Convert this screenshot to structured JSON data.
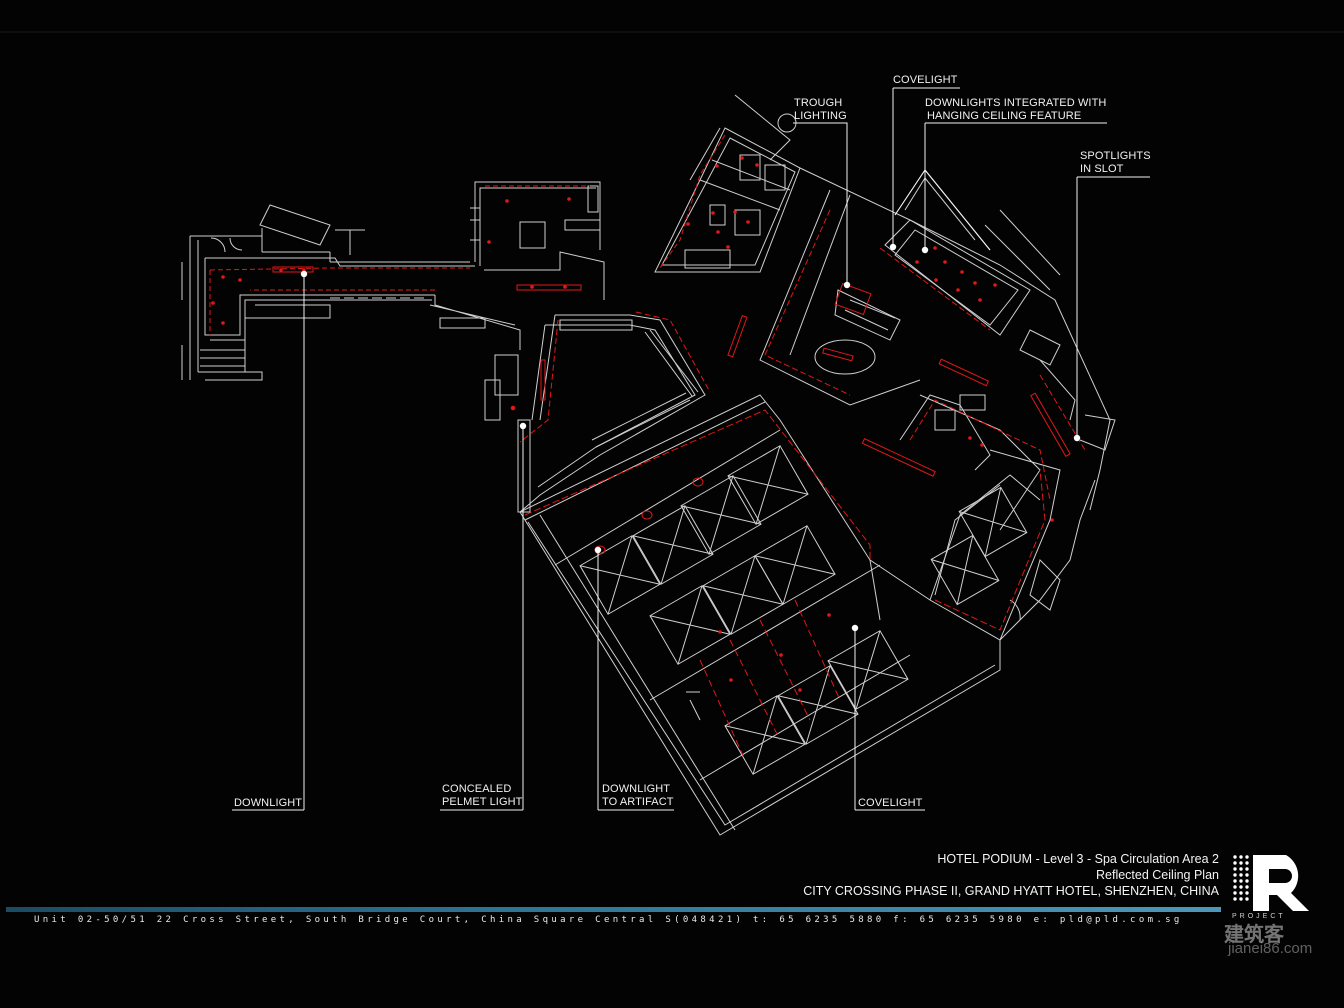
{
  "callouts": {
    "troughLighting": [
      "TROUGH",
      "LIGHTING"
    ],
    "covelightTop": [
      "COVELIGHT"
    ],
    "downlightsIntegrated": [
      "DOWNLIGHTS INTEGRATED WITH",
      "HANGING CEILING FEATURE"
    ],
    "spotlightsInSlot": [
      "SPOTLIGHTS",
      "IN SLOT"
    ],
    "downlight": [
      "DOWNLIGHT"
    ],
    "concealedPelmet": [
      "CONCEALED",
      "PELMET LIGHT"
    ],
    "downlightArtifact": [
      "DOWNLIGHT",
      "TO ARTIFACT"
    ],
    "covelightBottom": [
      "COVELIGHT"
    ]
  },
  "title_block": {
    "line1": "HOTEL PODIUM - Level 3 - Spa Circulation Area 2",
    "line2": "Reflected Ceiling Plan",
    "line3": "CITY CROSSING PHASE II, GRAND HYATT HOTEL, SHENZHEN, CHINA"
  },
  "footer": {
    "address": "Unit 02-50/51  22 Cross Street,  South Bridge Court,  China Square Central  S(048421)  t: 65 6235 5880  f: 65 6235 5980  e: pld@pld.com.sg"
  },
  "logo": {
    "letter": "R",
    "caption": "PROJECT"
  },
  "watermark": {
    "line1": "建筑客",
    "line2": "jianei86.com"
  },
  "colors": {
    "background": "#030303",
    "linework": "#d8d8d8",
    "lighting": "#e01818",
    "accent_strip": "#2f7394"
  }
}
